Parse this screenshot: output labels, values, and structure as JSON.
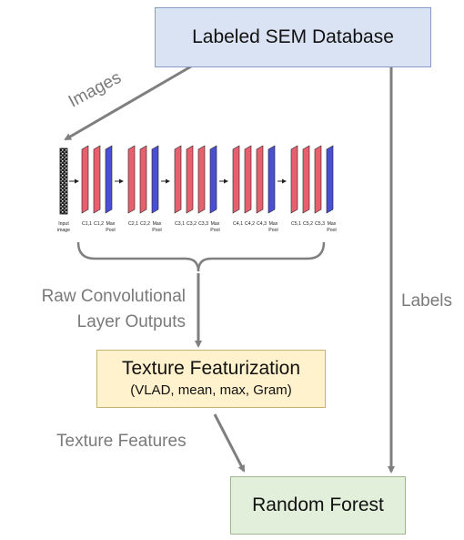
{
  "nodes": {
    "database": "Labeled SEM Database",
    "texture_title": "Texture Featurization",
    "texture_subtitle": "(VLAD, mean, max, Gram)",
    "random_forest": "Random Forest"
  },
  "edge_labels": {
    "images": "Images",
    "raw_line1": "Raw Convolutional",
    "raw_line2": "Layer Outputs",
    "labels": "Labels",
    "texture_features": "Texture Features"
  },
  "cnn": {
    "input_label": [
      "Input",
      "image"
    ],
    "blocks": [
      {
        "conv": [
          "C1,1",
          "C1,2"
        ],
        "pool": [
          "Max",
          "Pool"
        ]
      },
      {
        "conv": [
          "C2,1",
          "C2,2"
        ],
        "pool": [
          "Max",
          "Pool"
        ]
      },
      {
        "conv": [
          "C3,1",
          "C3,2",
          "C3,3"
        ],
        "pool": [
          "Max",
          "Pool"
        ]
      },
      {
        "conv": [
          "C4,1",
          "C4,2",
          "C4,3"
        ],
        "pool": [
          "Max",
          "Pool"
        ]
      },
      {
        "conv": [
          "C5,1",
          "C5,2",
          "C5,3"
        ],
        "pool": [
          "Max",
          "Pool"
        ]
      }
    ]
  },
  "colors": {
    "conv_layer": "#e8606e",
    "pool_layer": "#4b4fd6",
    "arrow": "#7f7f7f",
    "database_fill": "#dae3f3",
    "texture_fill": "#fff2cc",
    "forest_fill": "#e2efda"
  }
}
